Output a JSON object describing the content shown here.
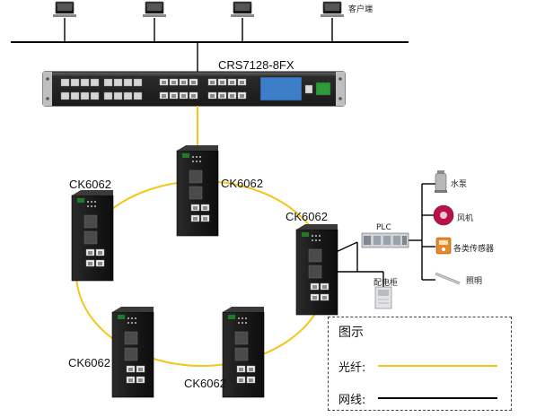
{
  "core_switch": {
    "model": "CRS7128-8FX"
  },
  "clients": {
    "label": "客户端"
  },
  "ring_switches": [
    {
      "model": "CK6062"
    },
    {
      "model": "CK6062"
    },
    {
      "model": "CK6062"
    },
    {
      "model": "CK6062"
    },
    {
      "model": "CK6062"
    }
  ],
  "plc": {
    "label": "PLC"
  },
  "cabinet": {
    "label": "配电柜"
  },
  "devices": [
    {
      "label": "水泵",
      "icon": "water-pump-icon"
    },
    {
      "label": "风机",
      "icon": "fan-icon"
    },
    {
      "label": "各类传感器",
      "icon": "sensor-icon"
    },
    {
      "label": "照明",
      "icon": "lighting-icon"
    }
  ],
  "legend": {
    "title": "图示",
    "fiber_label": "光纤:",
    "cable_label": "网线:"
  },
  "colors": {
    "fiber": "#f5c518",
    "cable": "#000000",
    "switch_body": "#1c1c1c",
    "port_green": "#1f7a2a",
    "rack_blue": "#3d7ec9"
  }
}
